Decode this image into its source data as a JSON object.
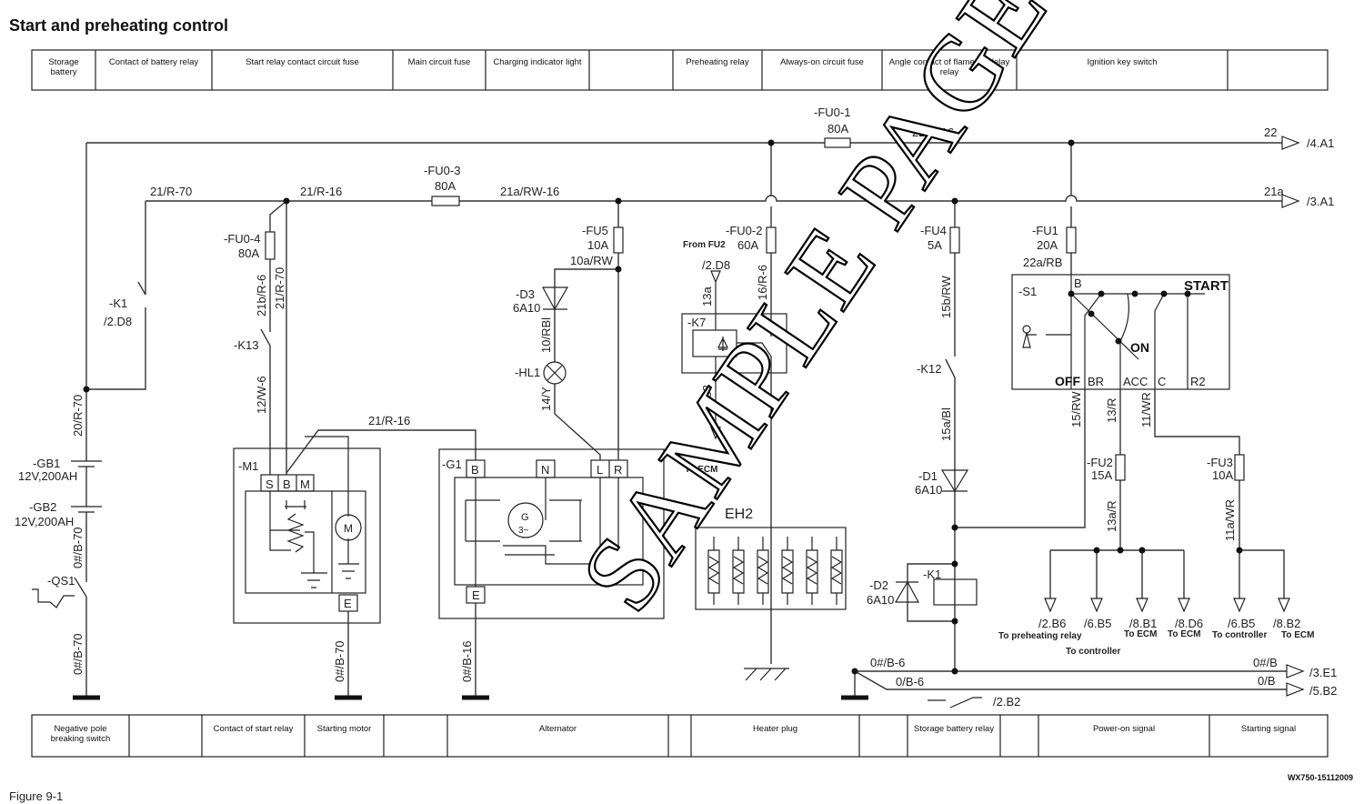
{
  "title": "Start and preheating control",
  "top_table": [
    "Storage|battery",
    "Contact of battery relay",
    "Start relay contact circuit fuse",
    "Main circuit fuse",
    "Charging indicator light",
    "",
    "Preheating relay",
    "Always-on circuit fuse",
    "Angle contact of flameout delay|relay",
    "Ignition key switch",
    ""
  ],
  "bottom_table": [
    "Negative pole|breaking switch",
    "",
    "Contact of start relay",
    "Starting motor",
    "",
    "Alternator",
    "",
    "Heater plug",
    "",
    "Storage battery relay",
    "",
    "Power-on signal",
    "Starting signal"
  ],
  "footer": {
    "figure": "Figure 9-1",
    "code": "WX750-15112009"
  },
  "watermark": "SAMPLE PAGE",
  "labels": {
    "fu01": "-FU0-1",
    "fu01a": "80A",
    "w22r16": "22/R-16",
    "w22": "22",
    "ref4a1": "/4.A1",
    "w21r70": "21/R-70",
    "w21r16": "21/R-16",
    "fu03": "-FU0-3",
    "fu03a": "80A",
    "w21arw16": "21a/RW-16",
    "w21a": "21a",
    "ref3a1": "/3.A1",
    "fu04": "-FU0-4",
    "fu04a": "80A",
    "w21br6": "21b/R-6",
    "w21r70b": "21/R-70",
    "k1": "-K1",
    "k1ref": "/2.D8",
    "k13": "-K13",
    "w12w6": "12/W-6",
    "w20r70": "20/R-70",
    "gb1": "-GB1",
    "gb1v": "12V,200AH",
    "gb2": "-GB2",
    "gb2v": "12V,200AH",
    "w0b70a": "0#/B-70",
    "qs1": "-QS1",
    "w0b70b": "0#/B-70",
    "w21r16b": "21/R-16",
    "m1": "-M1",
    "m1s": "S",
    "m1b": "B",
    "m1m": "M",
    "m1e": "E",
    "motor": "M",
    "w0b70c": "0#/B-70",
    "g1": "-G1",
    "g1b": "B",
    "g1n": "N",
    "g1l": "L",
    "g1r": "R",
    "g1e": "E",
    "gen": "G",
    "gen3": "3~",
    "w0b16": "0#/B-16",
    "fu5": "-FU5",
    "fu5a": "10A",
    "w10arw": "10a/RW",
    "d3": "-D3",
    "d3v": "6A10",
    "w10rbl": "10/RBl",
    "hl1": "-HL1",
    "w14y": "14/Y",
    "fromfu2": "From FU2",
    "ref2d8": "/2.D8",
    "w13a": "13a",
    "k7": "-K7",
    "w3153": "3153",
    "toecm1": "To ECM",
    "fu02": "-FU0-2",
    "fu02a": "60A",
    "w16r6": "16/R-6",
    "eh2": "EH2",
    "fu4": "-FU4",
    "fu4a": "5A",
    "w15brw": "15b/RW",
    "k12": "-K12",
    "w15abl": "15a/Bl",
    "d1": "-D1",
    "d1v": "6A10",
    "d2": "-D2",
    "d2v": "6A10",
    "k1b": "-K1",
    "fu1": "-FU1",
    "fu1a": "20A",
    "w22arb": "22a/RB",
    "s1": "-S1",
    "s1b": "B",
    "start": "START",
    "on": "ON",
    "off": "OFF",
    "br": "BR",
    "acc": "ACC",
    "c": "C",
    "r2": "R2",
    "w15rw": "15/RW",
    "w13r": "13/R",
    "w11wr": "11/WR",
    "fu2": "-FU2",
    "fu2a": "15A",
    "w13ar": "13a/R",
    "fu3": "-FU3",
    "fu3a": "10A",
    "w11awr": "11a/WR",
    "ref2b6": "/2.B6",
    "ref6b5": "/6.B5",
    "ref8b1": "/8.B1",
    "ref8d6": "/8.D6",
    "ref6b5b": "/6.B5",
    "ref8b2": "/8.B2",
    "topre": "To preheating relay",
    "toctrl": "To controller",
    "toecm2": "To ECM",
    "toecm3": "To ECM",
    "toctrl2": "To controller",
    "toecm4": "To ECM",
    "w0b6": "0#/B-6",
    "w0b6b": "0/B-6",
    "w0b": "0#/B",
    "w0bb": "0/B",
    "ref3e1": "/3.E1",
    "ref5b2": "/5.B2",
    "ref2b2": "/2.B2"
  }
}
